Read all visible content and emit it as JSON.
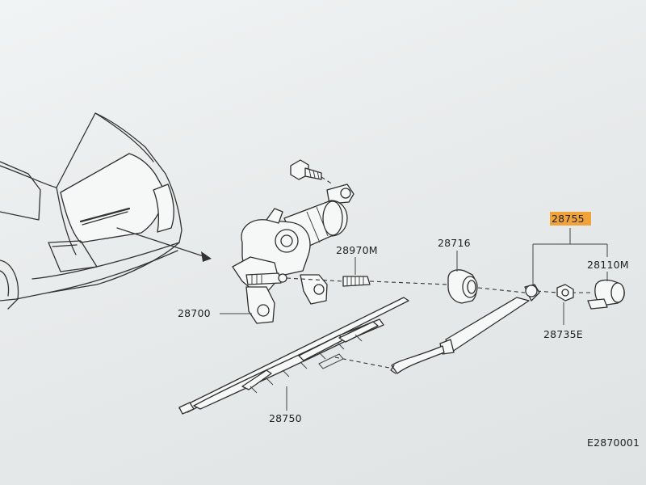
{
  "diagram": {
    "highlight_color": "#f0a23b",
    "labels": {
      "p28755": "28755",
      "p28110M": "28110M",
      "p28716": "28716",
      "p28970M": "28970M",
      "p28700": "28700",
      "p28735E": "28735E",
      "p28750": "28750",
      "code": "E2870001"
    }
  }
}
